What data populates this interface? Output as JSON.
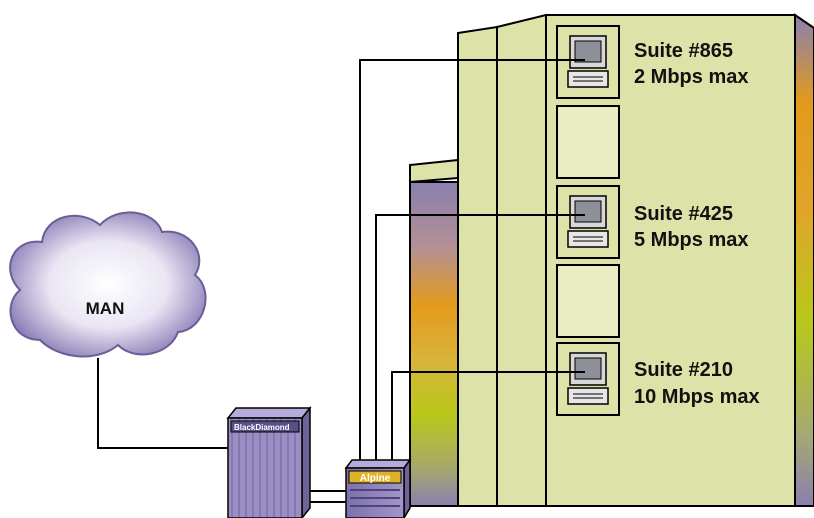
{
  "network": {
    "cloud_label": "MAN",
    "core_switch_brand": "BlackDiamond",
    "edge_switch_brand": "Alpine"
  },
  "suites": [
    {
      "name": "Suite #865",
      "bandwidth": "2 Mbps max"
    },
    {
      "name": "Suite #425",
      "bandwidth": "5 Mbps max"
    },
    {
      "name": "Suite #210",
      "bandwidth": "10 Mbps max"
    }
  ],
  "colors": {
    "building_face": "#dde3a8",
    "building_outline": "#000000",
    "switch_purple": "#8b7fb7",
    "cloud_purple": "#a79ac8",
    "gradient_orange": "#e39a1c",
    "gradient_lime": "#b8c81a",
    "gradient_purple": "#8a7faf"
  }
}
